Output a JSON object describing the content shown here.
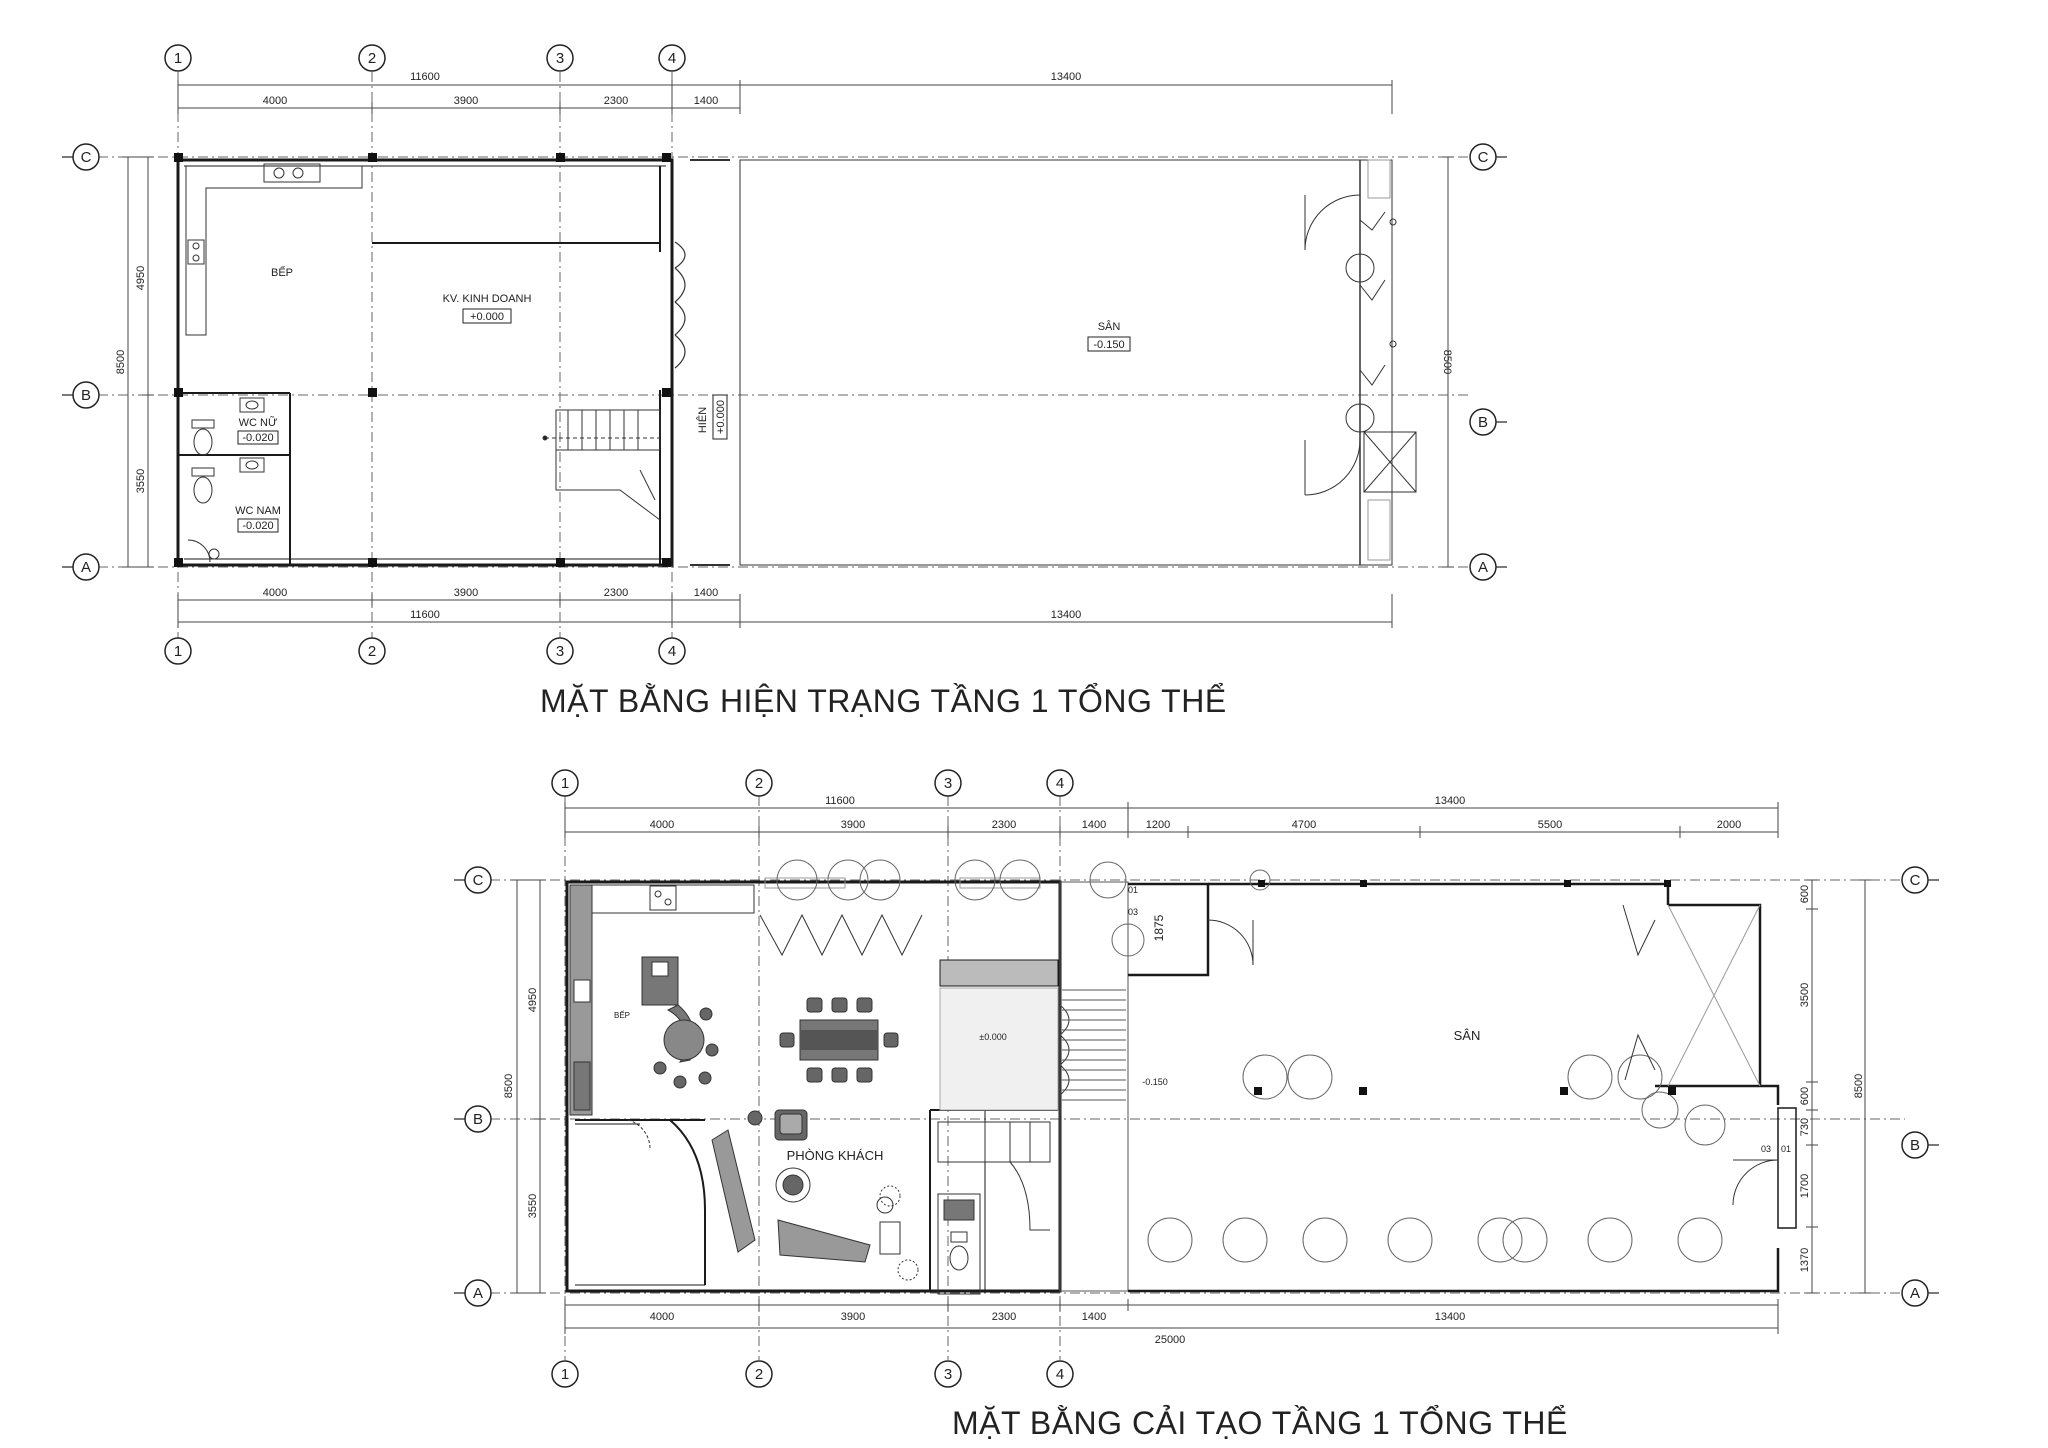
{
  "colors": {
    "line": "#222222",
    "wall": "#1a1a1a",
    "dim": "#444444",
    "text": "#222222",
    "hatch": "#bbbbbb"
  },
  "existing_plan": {
    "title": "MẶT BẰNG HIỆN TRẠNG TẦNG 1 TỔNG THỂ",
    "grid_columns": [
      "1",
      "2",
      "3",
      "4"
    ],
    "grid_rows": [
      "C",
      "B",
      "A"
    ],
    "dims_top_total": "11600",
    "dims_top_total_right": "13400",
    "dims_segments": [
      "4000",
      "3900",
      "2300",
      "1400"
    ],
    "dims_bottom_total": "11600",
    "dims_bottom_total_right": "13400",
    "dims_left": [
      "4950",
      "3550"
    ],
    "dims_left_total": "8500",
    "dims_right_total": "8500",
    "rooms": {
      "kitchen": "BẾP",
      "business": "KV. KINH DOANH",
      "business_level": "+0.000",
      "yard": "SÂN",
      "yard_level": "-0.150",
      "porch": "HIÊN",
      "porch_level": "+0.000",
      "wc_female": "WC NỮ",
      "wc_female_level": "-0.020",
      "wc_male": "WC NAM",
      "wc_male_level": "-0.020"
    }
  },
  "renovation_plan": {
    "title": "MẶT BẰNG CẢI TẠO TẦNG 1 TỔNG THỂ",
    "grid_columns": [
      "1",
      "2",
      "3",
      "4"
    ],
    "grid_rows": [
      "C",
      "B",
      "A"
    ],
    "dims_top_total": "11600",
    "dims_top_total_right": "13400",
    "dims_top_segments": [
      "4000",
      "3900",
      "2300",
      "1400",
      "1200",
      "4700",
      "5500",
      "2000"
    ],
    "dims_bottom_segments": [
      "4000",
      "3900",
      "2300",
      "1400",
      "13400"
    ],
    "dims_bottom_total": "25000",
    "dims_left": [
      "4950",
      "3550"
    ],
    "dims_left_total": "8500",
    "dims_right": [
      "600",
      "3500",
      "600",
      "730",
      "1700",
      "1370"
    ],
    "dims_right_total": "8500",
    "dim_1875": "1875",
    "rooms": {
      "kitchen": "BẾP",
      "living": "PHÒNG KHÁCH",
      "yard": "SÂN",
      "level_hall": "±0.000",
      "level_yard": "-0.150"
    },
    "door_tags": [
      "01",
      "03"
    ]
  }
}
